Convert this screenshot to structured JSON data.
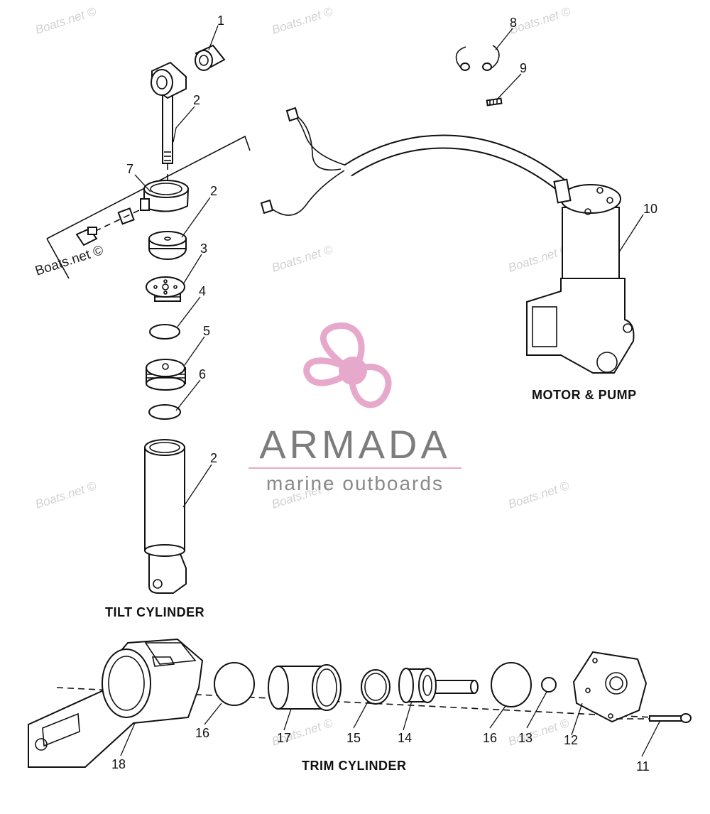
{
  "watermark": {
    "text": "Boats.net ©",
    "color": "#d2d2d2"
  },
  "brand": {
    "name": "ARMADA",
    "tagline": "marine outboards",
    "logo_color": "#e7a9cb",
    "text_color": "#7d7d7d"
  },
  "groups": {
    "tilt_cylinder": "TILT CYLINDER",
    "motor_pump": "MOTOR & PUMP",
    "trim_cylinder": "TRIM CYLINDER"
  },
  "callouts": {
    "c1": "1",
    "c2a": "2",
    "c2b": "2",
    "c2c": "2",
    "c3": "3",
    "c4": "4",
    "c5": "5",
    "c6": "6",
    "c7": "7",
    "c8": "8",
    "c9": "9",
    "c10": "10",
    "c11": "11",
    "c12": "12",
    "c13": "13",
    "c14": "14",
    "c15": "15",
    "c16a": "16",
    "c16b": "16",
    "c17": "17",
    "c18": "18"
  }
}
